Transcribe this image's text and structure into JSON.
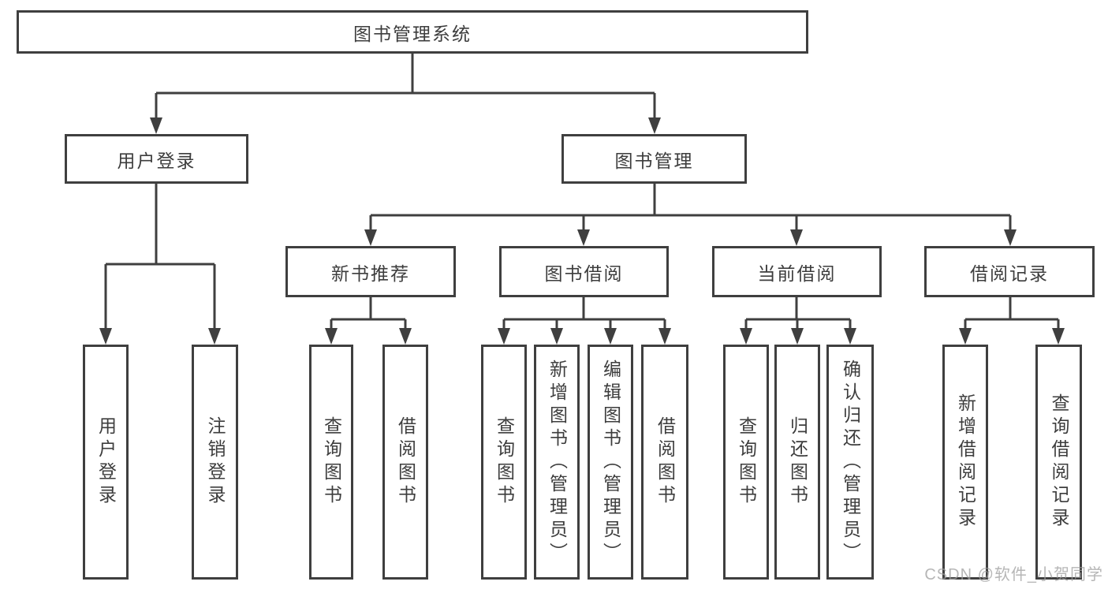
{
  "root": {
    "label": "图书管理系统"
  },
  "branches": [
    {
      "label": "用户登录",
      "leaves": [
        "用户登录",
        "注销登录"
      ]
    },
    {
      "label": "图书管理",
      "sections": [
        {
          "label": "新书推荐",
          "leaves": [
            "查询图书",
            "借阅图书"
          ]
        },
        {
          "label": "图书借阅",
          "leaves": [
            "查询图书",
            "新增图书（管理员）",
            "编辑图书（管理员）",
            "借阅图书"
          ]
        },
        {
          "label": "当前借阅",
          "leaves": [
            "查询图书",
            "归还图书",
            "确认归还（管理员）"
          ]
        },
        {
          "label": "借阅记录",
          "leaves": [
            "新增借阅记录",
            "查询借阅记录"
          ]
        }
      ]
    }
  ],
  "watermark": "CSDN @软件_小贺同学",
  "colors": {
    "line": "#3f3f3f",
    "text": "#3d3d3d",
    "background": "#ffffff",
    "watermark": "#9e9e9e"
  }
}
